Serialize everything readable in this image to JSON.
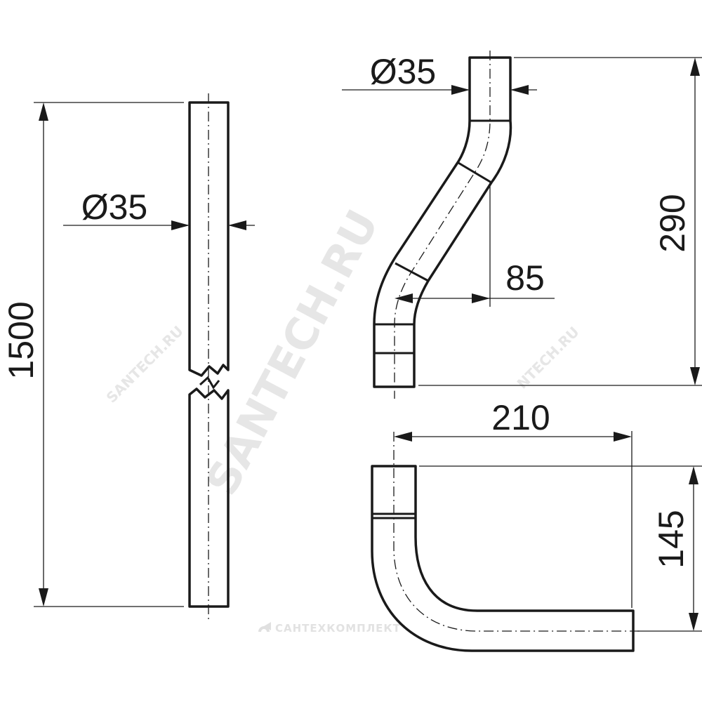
{
  "dimensions": {
    "straight_pipe_length": "1500",
    "straight_pipe_diameter": "Ø35",
    "offset_pipe_diameter": "Ø35",
    "offset_pipe_height": "290",
    "offset_pipe_offset": "85",
    "elbow_pipe_length": "210",
    "elbow_pipe_height": "145"
  },
  "watermark": {
    "main_text": "SANTECH.RU",
    "small_text": "САНТЕХКОМПЛЕКТ",
    "corner_text_left": "SANTECH.RU",
    "corner_text_right": "NTECH.RU",
    "logo_icon": "santech-logo-icon"
  },
  "colors": {
    "line": "#1a1a1a",
    "watermark": "#e6e6e6",
    "background": "#ffffff"
  }
}
